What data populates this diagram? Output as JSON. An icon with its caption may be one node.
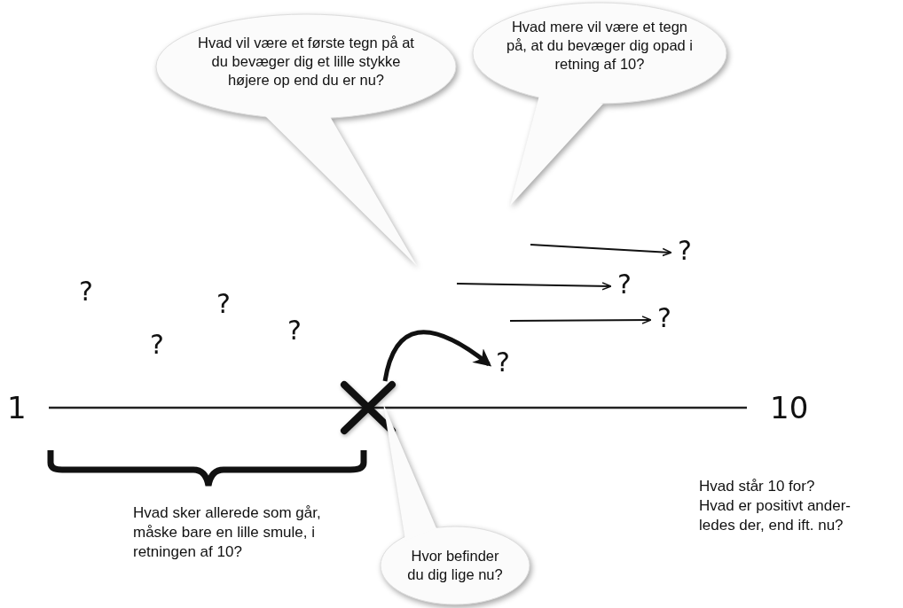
{
  "diagram": {
    "nodes": [
      {
        "text": [
          "Hvad vil være et første tegn på at du bevæger dig et lille stykke højere op end du er nu?"
        ]
      },
      {
        "text": [
          "Hvad mere vil være et tegn på, at du bevæger dig opad i retning af 10?"
        ]
      },
      {
        "text": [
          "?"
        ]
      },
      {
        "text": [
          "?"
        ]
      },
      {
        "text": [
          "?"
        ]
      },
      {
        "text": [
          "?"
        ]
      },
      {
        "text": [],
        "shape": "cross"
      },
      {
        "text": [
          "Hvor befinder du dig lige nu?"
        ]
      }
    ],
    "edges": [
      {
        "from": null,
        "to": 2,
        "arrow": "to"
      },
      {
        "from": null,
        "to": 3,
        "arrow": "to"
      },
      {
        "from": null,
        "to": 4,
        "arrow": "to"
      },
      {
        "from": 6,
        "to": 5,
        "arrow": "to",
        "style": "thick"
      }
    ],
    "labels": [
      "?",
      "?",
      "?",
      "?",
      "1",
      "10",
      "Hvad sker allerede som går, måske bare en lille smule, i retningen af 10?",
      "Hvad står 10 for?",
      "Hvad er positivt ander- ledes der, end ift. nu?"
    ]
  }
}
